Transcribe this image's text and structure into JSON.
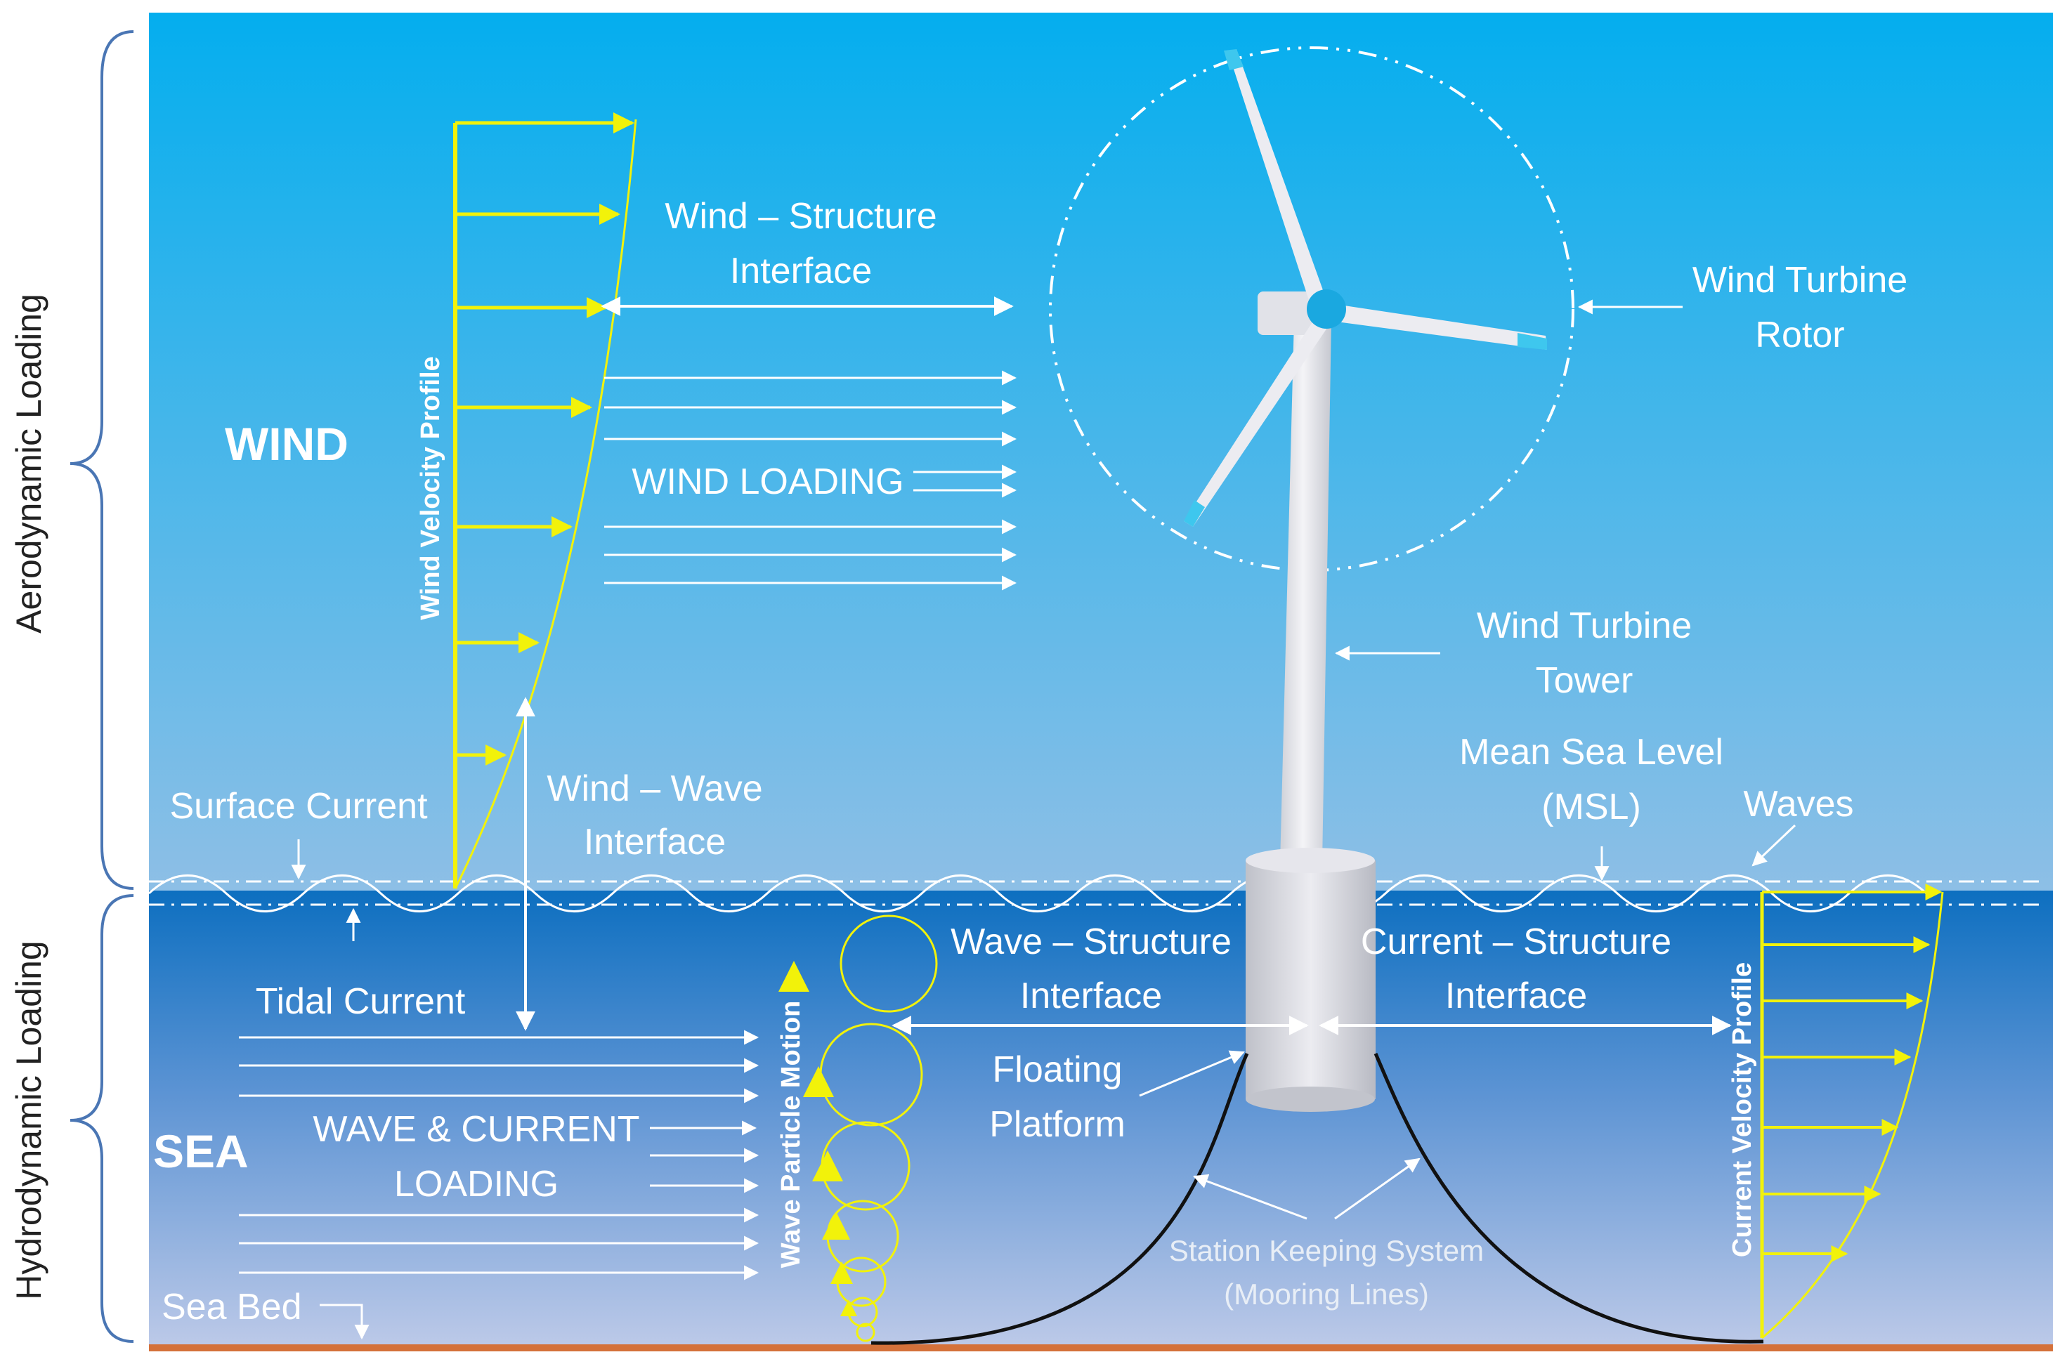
{
  "labels": {
    "aero_loading": "Aerodynamic Loading",
    "hydro_loading": "Hydrodynamic Loading",
    "wind": "WIND",
    "sea": "SEA",
    "wind_velocity_profile": "Wind Velocity Profile",
    "current_velocity_profile": "Current Velocity Profile",
    "wave_particle_motion": "Wave Particle Motion",
    "wind_structure_interface_1": "Wind – Structure",
    "wind_structure_interface_2": "Interface",
    "wind_loading": "WIND LOADING",
    "wind_turbine_rotor_1": "Wind Turbine",
    "wind_turbine_rotor_2": "Rotor",
    "wind_turbine_tower_1": "Wind Turbine",
    "wind_turbine_tower_2": "Tower",
    "mean_sea_level_1": "Mean Sea Level",
    "mean_sea_level_2": "(MSL)",
    "waves": "Waves",
    "surface_current": "Surface Current",
    "wind_wave_interface_1": "Wind – Wave",
    "wind_wave_interface_2": "Interface",
    "tidal_current": "Tidal Current",
    "wave_structure_interface_1": "Wave – Structure",
    "wave_structure_interface_2": "Interface",
    "current_structure_interface_1": "Current – Structure",
    "current_structure_interface_2": "Interface",
    "floating_platform_1": "Floating",
    "floating_platform_2": "Platform",
    "wave_current_loading_1": "WAVE & CURRENT",
    "wave_current_loading_2": "LOADING",
    "station_keeping_1": "Station Keeping System",
    "station_keeping_2": "(Mooring Lines)",
    "sea_bed": "Sea Bed"
  },
  "colors": {
    "sky_top": "#04aeee",
    "sky_bottom": "#8ebfe6",
    "sea_top": "#0d6fc0",
    "sea_bottom": "#b9c6e6",
    "profile": "#f2f20a",
    "seabed": "#d4713a",
    "turbine": "#e9e9ee",
    "blade_tip": "#3ec7ee"
  }
}
